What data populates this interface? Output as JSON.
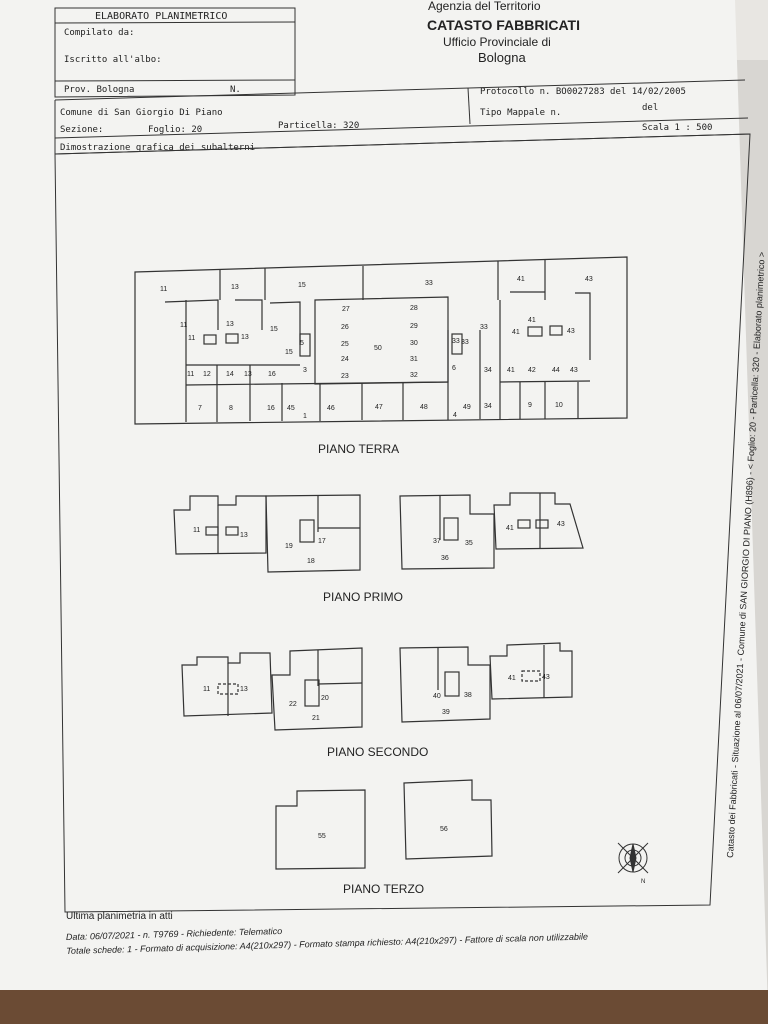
{
  "agency": {
    "line1": "Agenzia del Territorio",
    "line2": "CATASTO FABBRICATI",
    "line3": "Ufficio Provinciale di",
    "line4": "Bologna"
  },
  "header": {
    "title": "ELABORATO PLANIMETRICO",
    "compilato": "Compilato da:",
    "iscritto": "Iscritto all'albo:",
    "prov": "Prov. Bologna",
    "prov_n": "N.",
    "comune": "Comune di San Giorgio Di Piano",
    "sezione": "Sezione:",
    "foglio": "Foglio: 20",
    "particella": "Particella: 320",
    "protocollo": "Protocollo n. BO0027283 del 14/02/2005",
    "tipo": "Tipo Mappale n.",
    "del": "del",
    "scala": "Scala 1 : 500",
    "dimostrazione": "Dimostrazione grafica dei subalterni"
  },
  "floors": {
    "terra": "PIANO TERRA",
    "primo": "PIANO PRIMO",
    "secondo": "PIANO SECONDO",
    "terzo": "PIANO TERZO"
  },
  "units_terra": [
    "11",
    "13",
    "15",
    "33",
    "41",
    "43",
    "27",
    "26",
    "25",
    "24",
    "23",
    "28",
    "29",
    "30",
    "31",
    "32",
    "50",
    "12",
    "14",
    "16",
    "7",
    "8",
    "45",
    "46",
    "47",
    "48",
    "49",
    "34",
    "42",
    "44",
    "9",
    "10",
    "3",
    "5",
    "6",
    "1",
    "4"
  ],
  "units_primo": [
    "11",
    "13",
    "19",
    "17",
    "18",
    "37",
    "35",
    "36",
    "41",
    "43"
  ],
  "units_secondo": [
    "11",
    "13",
    "22",
    "20",
    "21",
    "40",
    "38",
    "39",
    "41",
    "43"
  ],
  "units_terzo": [
    "55",
    "56"
  ],
  "side_note": "Catasto dei Fabbricati - Situazione al 06/07/2021 - Comune di SAN GIORGIO DI PIANO (H896) - < Foglio: 20 - Particella: 320 - Elaborato planimetrico >",
  "compass_n": "N",
  "footer": {
    "line1": "Ultima planimetria in atti",
    "line2": "Data: 06/07/2021 - n. T9769 - Richiedente: Telematico",
    "line3": "Totale schede: 1 - Formato di acquisizione: A4(210x297) - Formato stampa richiesto: A4(210x297) - Fattore di scala non utilizzabile"
  }
}
